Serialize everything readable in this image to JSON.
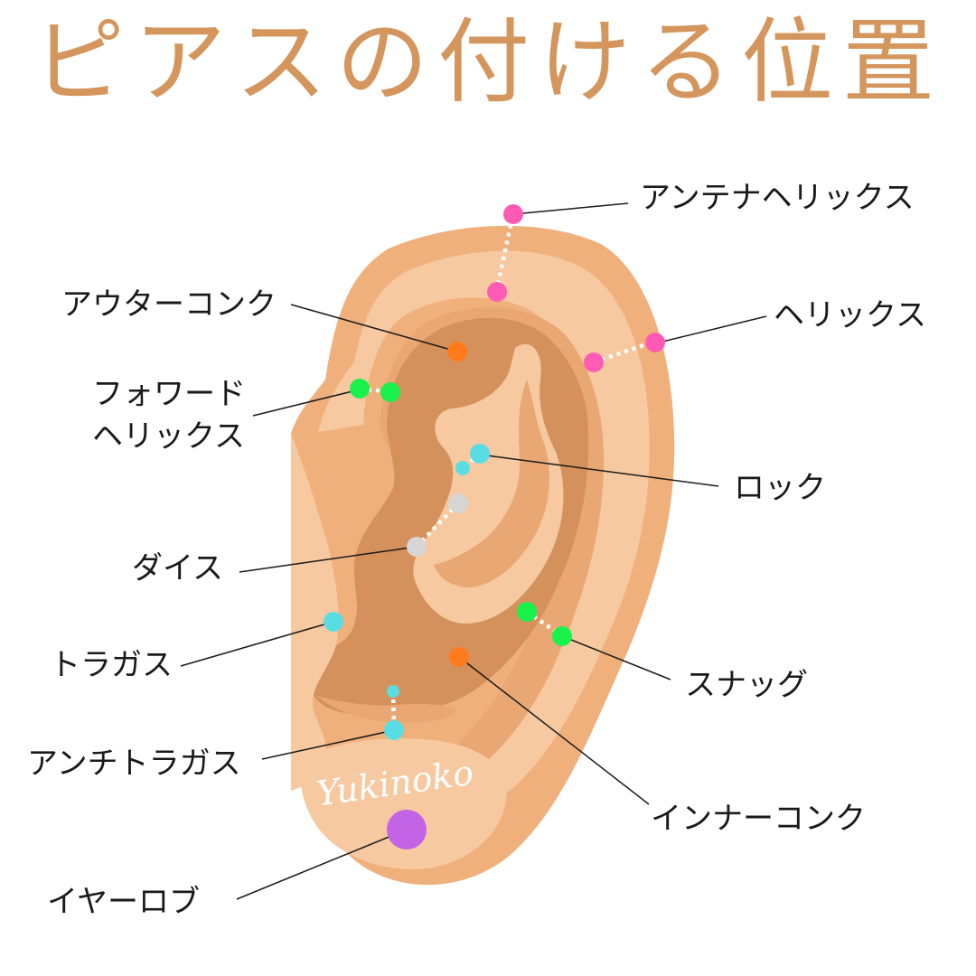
{
  "title": "ピアスの付ける位置",
  "signature": "Yukinoko",
  "colors": {
    "title": "#D4965C",
    "ear_outer": "#F0B07C",
    "ear_light": "#F6C9A0",
    "ear_mid": "#E4A46E",
    "ear_dark": "#D4915C",
    "pink": "#FF5BB5",
    "orange": "#FF7A1A",
    "green": "#19F24A",
    "cyan": "#5ADDE2",
    "gray": "#D6D6D6",
    "purple": "#C364E6"
  },
  "labels": {
    "antenna_helix": "アンテナヘリックス",
    "outer_conch": "アウターコンク",
    "helix": "ヘリックス",
    "forward_helix_1": "フォワード",
    "forward_helix_2": "ヘリックス",
    "rook": "ロック",
    "daith": "ダイス",
    "tragus": "トラガス",
    "snug": "スナッグ",
    "antitragus": "アンチトラガス",
    "inner_conch": "インナーコンク",
    "earlobe": "イヤーロブ"
  }
}
